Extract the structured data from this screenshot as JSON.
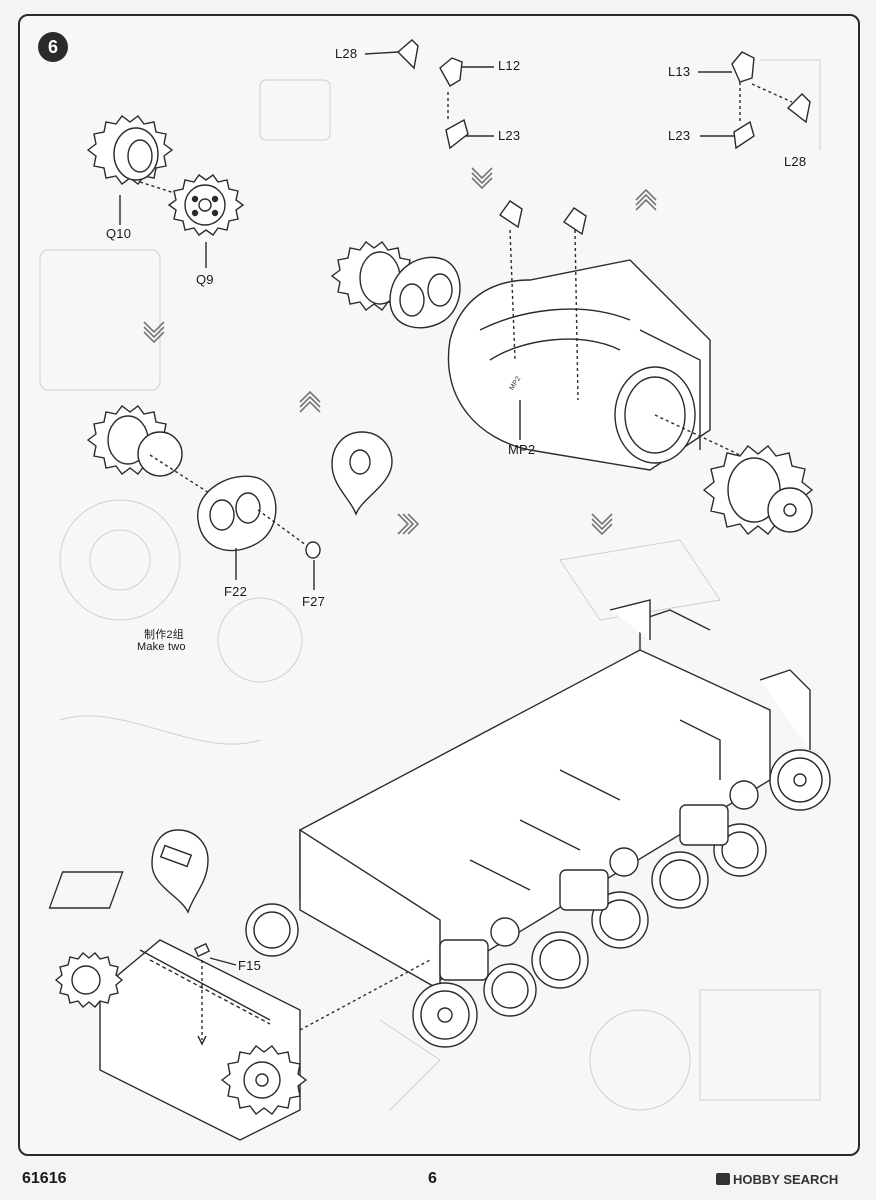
{
  "step": "6",
  "labels": {
    "l28_top": "L28",
    "l12": "L12",
    "l23_left": "L23",
    "l13": "L13",
    "l23_right": "L23",
    "l28_right": "L28",
    "q10": "Q10",
    "q9": "Q9",
    "mp2": "MP2",
    "f22": "F22",
    "f27": "F27",
    "f15": "F15"
  },
  "note": {
    "zh": "制作2组",
    "en": "Make two"
  },
  "hull_marking": "MP2",
  "footer": {
    "kit_number": "61616",
    "page_number": "6",
    "watermark": "HOBBY SEARCH"
  }
}
